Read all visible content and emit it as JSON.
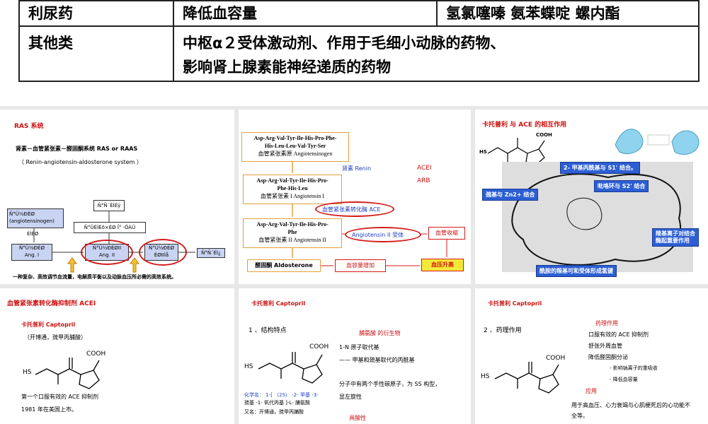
{
  "table": {
    "row1": {
      "category": "利尿药",
      "desc": "降低血容量",
      "drugs": "氢氯噻嗪   氨苯蝶啶   螺内酯"
    },
    "row2": {
      "category": "其他类",
      "desc_line1": "中枢α２受体激动剂、作用于毛细小动脉的药物、",
      "desc_line2": "影响肾上腺素能神经递质的药物"
    }
  },
  "slide1": {
    "title": "RAS 系统",
    "subtitle": "肾素－血管紧张素－醛固酮系统       RAS or RAAS",
    "subtitle2": "（ Renin-angiotensin-aldosterone system ）",
    "box_agt": "Ñ°Ü½ÐÉØ\n(angiotensinogen)",
    "box_ang1": "Ñ°Ü½ÐÉØ\nAng. I",
    "box_ang2": "Ñ°Ü½ÐÉØII\nAng. II",
    "box_ang3": "Ñ°Ü½ÐÉØ\nÉØIIÌå",
    "box_top": "Ñ°Ñ´ÉÌÉÿ",
    "box_ace": "Ñ°ÜÉÌÉõ×ÉØ Î° ·ÖÀÜ",
    "box_right": "Ñ°Ñ´ÉÌ¿",
    "renin_label": "ÉÌÉØ",
    "footer": "一种复杂、高效调节血流量，电解质平衡以及动脉血压所必需的高效系统。"
  },
  "slide2": {
    "box1_l1": "Asp-Arg-Val-Tyr-Ile-His-Pro-Phe-",
    "box1_l2": "His-Leu-Leu-Val-Tyr-Ser",
    "box1_l3": "血管紧张素原   Angiotensinogen",
    "renin": "肾素   Renin",
    "acei": "ACEI",
    "arb": "ARB",
    "box2_l1": "Asp-Arg-Val-Tyr-Ile-His-Pro-",
    "box2_l2": "Phe-His-Leu",
    "box2_l3": "血管紧张素 I   Angiotensin I",
    "ace": "血管紧张素转化酶   ACE",
    "box3_l1": "Asp-Arg-Val-Tyr-Ile-His-Pro-",
    "box3_l2": "Phe",
    "box3_l3": "血管紧张素 II   Angiotensin II",
    "at_receptor": "Angiotensin II 受体",
    "vaso": "血管收缩",
    "aldo": "醛固酮   Aldosterone",
    "volume": "血容量增加",
    "bp": "血压升高"
  },
  "slide3": {
    "title": "卡托普利   与   ACE   的相互作用",
    "label_methyl": "2- 甲基丙酰基与 S1' 结合。",
    "label_zn": "巯基与 Zn2+ 结合",
    "label_pyrrole": "吡咯环与 S2' 结合",
    "label_carboxyl": "羧基离子对结合\n酶起重要作用",
    "label_amide": "酰胺的羰基可和受体形成氢键",
    "cooh": "COOH",
    "sh": "HS"
  },
  "slide4": {
    "title": "血管紧张素转化酶抑制剂     ACEI",
    "drug": "卡托普利      Captopril",
    "alias": "（开博通，巯甲丙脯酸）",
    "fact1": "第一个口服有效的 ACE 抑制剂",
    "fact2": "1981 年在美国上市。",
    "cooh": "COOH",
    "sh": "HS"
  },
  "slide5": {
    "title": "卡托普利      Captopril",
    "section": "1 、结构特点",
    "deriv": "脯氨酸  的衍生物",
    "point1": "1-N 原子取代基",
    "point2": "——   甲基和巯基取代的丙酰基",
    "point3": "分子中有两个手性碳原子，为 SS 构型，",
    "point4": "显左旋性",
    "chem_name_l1": "化学名：  1-[ （2S） -2- 甲基 -3-",
    "chem_name_l2": "巯基 -1- 氧代丙基 ]-L- 脯氨酸",
    "alias": "又名：开博通，巯甲丙脯酸",
    "acid": "具酸性",
    "cooh": "COOH",
    "sh": "HS"
  },
  "slide6": {
    "title": "卡托普利      Captopril",
    "section": "2 、药理作用",
    "pharm_title": "药理作用",
    "p1": "口服有效的 ACE 抑制剂",
    "p2": "舒张外周血管",
    "p3": "降低醛固酮分泌",
    "p4": "- 影响钠离子的重吸收",
    "p5": "- 降低血容量",
    "use_title": "应用",
    "use_text1": "用于高血压、心力衰竭与心肌梗死后的心功能不",
    "use_text2": "全等。",
    "cooh": "COOH",
    "sh": "HS"
  }
}
